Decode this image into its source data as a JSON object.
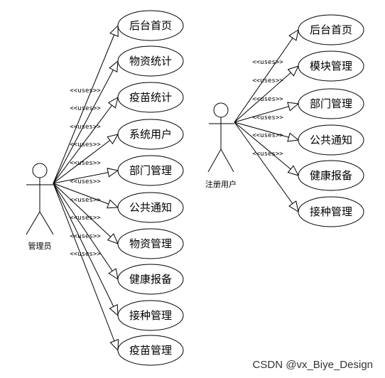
{
  "actors": [
    {
      "name": "管理员",
      "use_cases": [
        "后台首页",
        "物资统计",
        "疫苗统计",
        "系统用户",
        "部门管理",
        "公共通知",
        "物资管理",
        "健康报备",
        "接种管理",
        "疫苗管理"
      ]
    },
    {
      "name": "注册用户",
      "use_cases": [
        "后台首页",
        "模块管理",
        "部门管理",
        "公共通知",
        "健康报备",
        "接种管理"
      ]
    }
  ],
  "relation_label": "<<uses>>",
  "watermark": "CSDN @vx_Biye_Design"
}
